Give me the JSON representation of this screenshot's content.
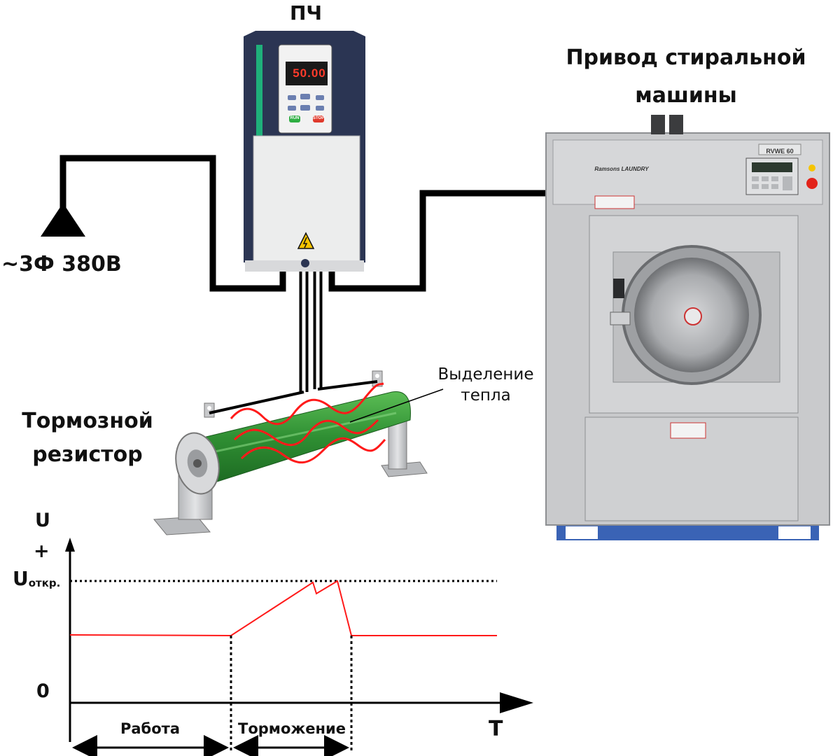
{
  "labels": {
    "vfd": "ПЧ",
    "drive_line1": "Привод стиральной",
    "drive_line2": "машины",
    "supply": "~3Ф 380В",
    "resistor_line1": "Тормозной",
    "resistor_line2": "резистор",
    "heat_line1": "Выделение",
    "heat_line2": "тепла"
  },
  "vfd_panel": {
    "display": "50.00",
    "run": "RUN",
    "stop": "STOP"
  },
  "washer": {
    "model": "RVWE 60",
    "brand": "Ramsons LAUNDRY"
  },
  "graph": {
    "y_label": "U",
    "plus": "+",
    "threshold_main": "U",
    "threshold_sub": "откр.",
    "zero": "0",
    "x_label": "T",
    "phase_work": "Работа",
    "phase_brake": "Торможение"
  },
  "colors": {
    "wire": "#000000",
    "signal": "#ff1a1a",
    "resistor_body": "#3a9a3a",
    "vfd_housing": "#2b3553",
    "washer_body": "#c9cacc",
    "washer_base": "#3a63b5"
  }
}
